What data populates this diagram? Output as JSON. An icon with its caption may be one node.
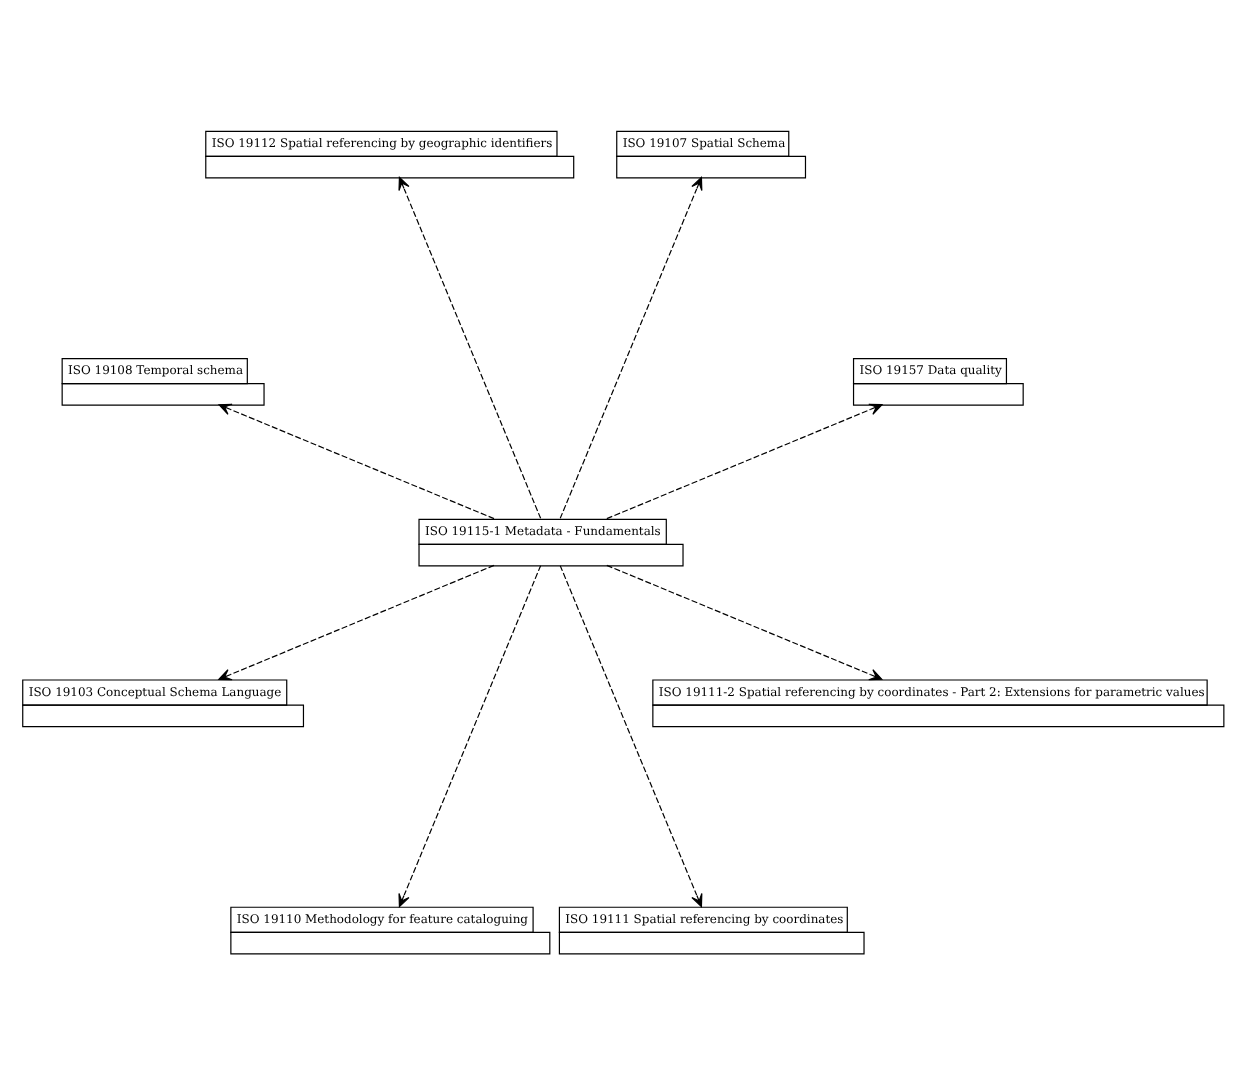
{
  "diagram": {
    "nodes": [
      {
        "text": [
          "ISO 19157 Data quality"
        ]
      },
      {
        "text": [
          "ISO 19107 Spatial Schema"
        ]
      },
      {
        "text": [
          "ISO 19112 Spatial referencing by geographic identifiers"
        ]
      },
      {
        "text": [
          "ISO 19115-1 Metadata - Fundamentals"
        ]
      },
      {
        "text": [
          "ISO 19108 Temporal schema"
        ]
      },
      {
        "text": [
          "ISO 19103 Conceptual Schema Language"
        ]
      },
      {
        "text": [
          "ISO 19110 Methodology for feature cataloguing"
        ]
      },
      {
        "text": [
          "ISO 19111 Spatial referencing by coordinates"
        ]
      },
      {
        "text": [
          "ISO 19111-2 Spatial referencing by coordinates - Part 2: Extensions for parametric values"
        ]
      }
    ],
    "edges": [
      {
        "from": 3,
        "to": 0,
        "arrow": "to",
        "style": "dashed"
      },
      {
        "from": 3,
        "to": 1,
        "arrow": "to",
        "style": "dashed"
      },
      {
        "from": 3,
        "to": 2,
        "arrow": "to",
        "style": "dashed"
      },
      {
        "from": 3,
        "to": 4,
        "arrow": "to",
        "style": "dashed"
      },
      {
        "from": 3,
        "to": 5,
        "arrow": "to",
        "style": "dashed"
      },
      {
        "from": 3,
        "to": 6,
        "arrow": "to",
        "style": "dashed"
      },
      {
        "from": 3,
        "to": 7,
        "arrow": "to",
        "style": "dashed"
      },
      {
        "from": 3,
        "to": 8,
        "arrow": "to",
        "style": "dashed"
      }
    ]
  }
}
